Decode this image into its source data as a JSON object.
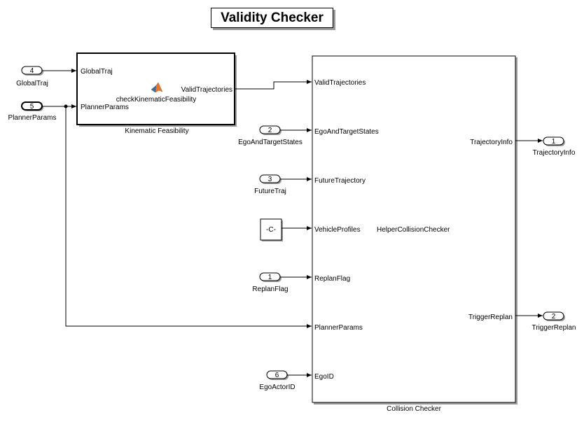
{
  "title": "Validity Checker",
  "inports": [
    {
      "number": "4",
      "label": "GlobalTraj"
    },
    {
      "number": "5",
      "label": "PlannerParams"
    },
    {
      "number": "2",
      "label": "EgoAndTargetStates"
    },
    {
      "number": "3",
      "label": "FutureTraj"
    },
    {
      "number": "1",
      "label": "ReplanFlag"
    },
    {
      "number": "6",
      "label": "EgoActorID"
    }
  ],
  "outports": [
    {
      "number": "1",
      "label": "TrajectoryInfo"
    },
    {
      "number": "2",
      "label": "TriggerReplan"
    }
  ],
  "constant": {
    "label": "-C-"
  },
  "kinematic_block": {
    "name": "Kinematic Feasibility",
    "function": "checkKinematicFeasibility",
    "icon": "matlab-logo-icon",
    "inputs": [
      "GlobalTraj",
      "PlannerParams"
    ],
    "outputs": [
      "ValidTrajectories"
    ]
  },
  "collision_block": {
    "name": "Collision Checker",
    "function": "HelperCollisionChecker",
    "inputs": [
      "ValidTrajectories",
      "EgoAndTargetStates",
      "FutureTrajectory",
      "VehicleProfiles",
      "ReplanFlag",
      "PlannerParams",
      "EgoID"
    ],
    "outputs": [
      "TrajectoryInfo",
      "TriggerReplan"
    ]
  },
  "colors": {
    "line": "#000000",
    "shadow": "#9a9a9a",
    "logo": "#e8762c"
  }
}
